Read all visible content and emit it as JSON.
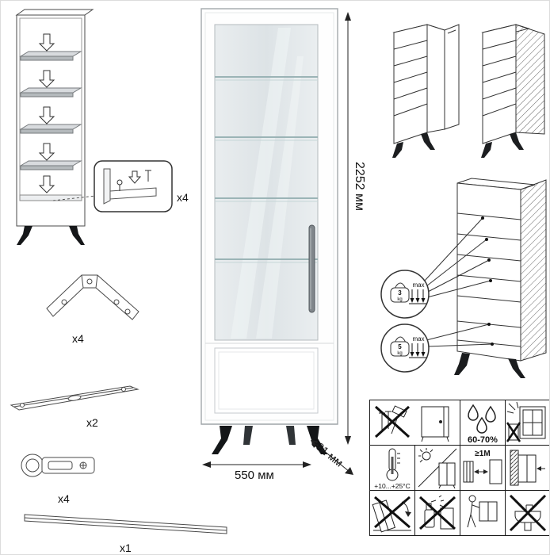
{
  "parts": {
    "shelf_pin_qty": "x4",
    "bracket_qty": "x4",
    "rail_qty": "x2",
    "hinge_qty": "x4",
    "handle_qty": "x1"
  },
  "dimensions": {
    "height": "2252 мм",
    "width": "550 мм",
    "depth": "381 мм"
  },
  "load": {
    "glass_shelf": {
      "value": "3",
      "unit": "kg",
      "label": "max"
    },
    "bottom_shelf": {
      "value": "5",
      "unit": "kg",
      "label": "max"
    }
  },
  "care": {
    "humidity": "60-70%",
    "temperature": "+10...+25°C",
    "distance": "≥1M"
  }
}
